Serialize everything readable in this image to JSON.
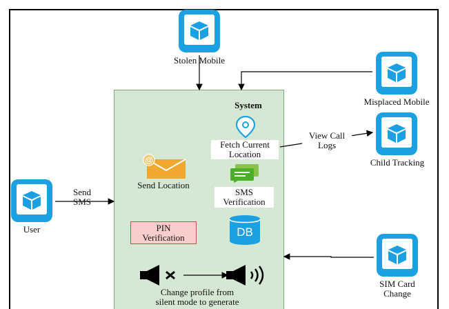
{
  "system": {
    "title": "System"
  },
  "actors": {
    "stolen_mobile": "Stolen Mobile",
    "misplaced_mobile": "Misplaced Mobile",
    "child_tracking": "Child Tracking",
    "user": "User",
    "sim_card_change": [
      "SIM Card",
      "Change"
    ]
  },
  "functions": {
    "fetch_location": [
      "Fetch Current",
      "Location"
    ],
    "send_location": "Send Location",
    "sms_verification": [
      "SMS",
      "Verification"
    ],
    "pin_verification": [
      "PIN",
      "Verification"
    ],
    "db": "DB",
    "change_profile": [
      "Change profile from",
      "silent mode to generate"
    ]
  },
  "edges": {
    "view_call_logs": [
      "View Call",
      "Logs"
    ],
    "send_sms": [
      "Send",
      "SMS"
    ]
  },
  "colors": {
    "phone": "#1ba1e2",
    "system_fill": "#d5e8d4",
    "system_border": "#7cab72",
    "pin_fill": "#f8cecc",
    "pin_border": "#b85450",
    "db": "#1ba1e2",
    "sms_icon": "#4caf2a",
    "envelope": "#f0a830"
  },
  "icons": [
    "phone-icon",
    "location-pin-icon",
    "envelope-icon",
    "chat-icon",
    "database-icon",
    "speaker-muted-icon",
    "speaker-sound-icon"
  ]
}
